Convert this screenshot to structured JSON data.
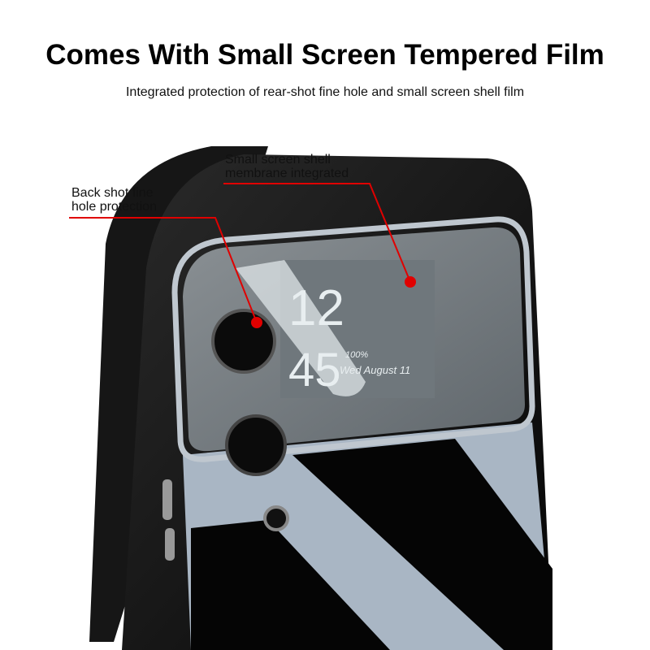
{
  "header": {
    "title": "Comes With Small Screen Tempered Film",
    "subtitle": "Integrated protection of rear-shot fine hole and small screen shell film"
  },
  "callouts": [
    {
      "line1": "Small screen shell",
      "line2": "membrane integrated"
    },
    {
      "line1": "Back shot fine",
      "line2": "hole protection"
    }
  ],
  "screen": {
    "hour": "12",
    "minute": "45",
    "battery": "100%",
    "date": "Wed August 11"
  },
  "colors": {
    "accent": "#e00000",
    "phone": "#0a0a0a"
  }
}
